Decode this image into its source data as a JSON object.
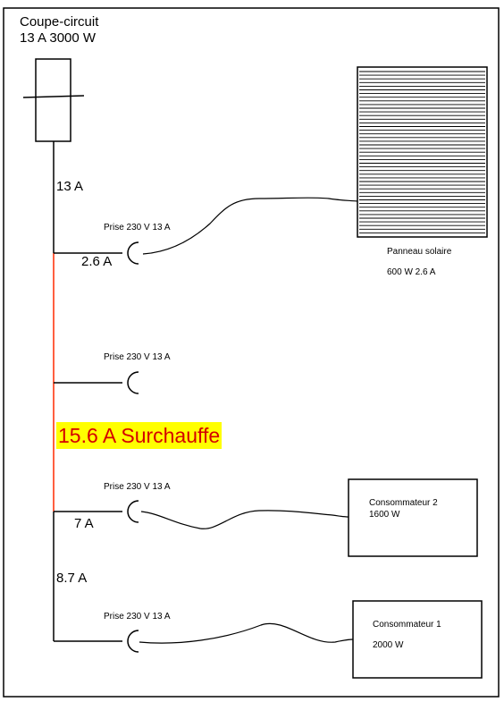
{
  "breaker": {
    "title": "Coupe-circuit",
    "rating": "13 A 3000 W"
  },
  "segments": {
    "top_current": "13 A",
    "overload_warning": "15.6 A Surchauffe",
    "bottom_current": "8.7 A"
  },
  "sockets": [
    {
      "label": "Prise 230 V 13 A",
      "current": "2.6 A"
    },
    {
      "label": "Prise 230 V 13 A",
      "current": ""
    },
    {
      "label": "Prise 230 V 13 A",
      "current": "7 A"
    },
    {
      "label": "Prise 230 V 13 A",
      "current": ""
    }
  ],
  "solar_panel": {
    "name": "Panneau solaire",
    "specs": "600 W 2.6 A"
  },
  "consumers": [
    {
      "name": "Consommateur 2",
      "power": "1600 W"
    },
    {
      "name": "Consommateur 1",
      "power": "2000 W"
    }
  ],
  "colors": {
    "line": "#000000",
    "overload_line": "#ff2a00",
    "warning_text": "#d40000",
    "warning_highlight": "#ffff00"
  }
}
